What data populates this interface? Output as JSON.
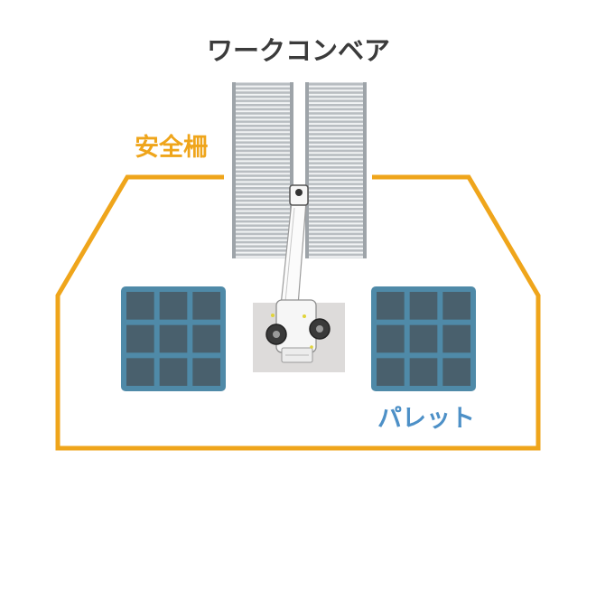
{
  "labels": {
    "conveyor": "ワークコンベア",
    "fence": "安全柵",
    "pallet": "パレット"
  },
  "colors": {
    "fence": "#efa51b",
    "pallet_frame": "#4f8aa8",
    "pallet_cell": "#49606d",
    "conveyor_roller": "#b7bcc0",
    "conveyor_gap": "#f1f3f4",
    "robot_base": "#dddbda",
    "text_dark": "#3b3b3b",
    "pallet_text": "#4d90c7"
  },
  "elements": {
    "conveyor_count": 2,
    "pallet_count": 2,
    "pallet_grid": [
      3,
      3
    ]
  }
}
